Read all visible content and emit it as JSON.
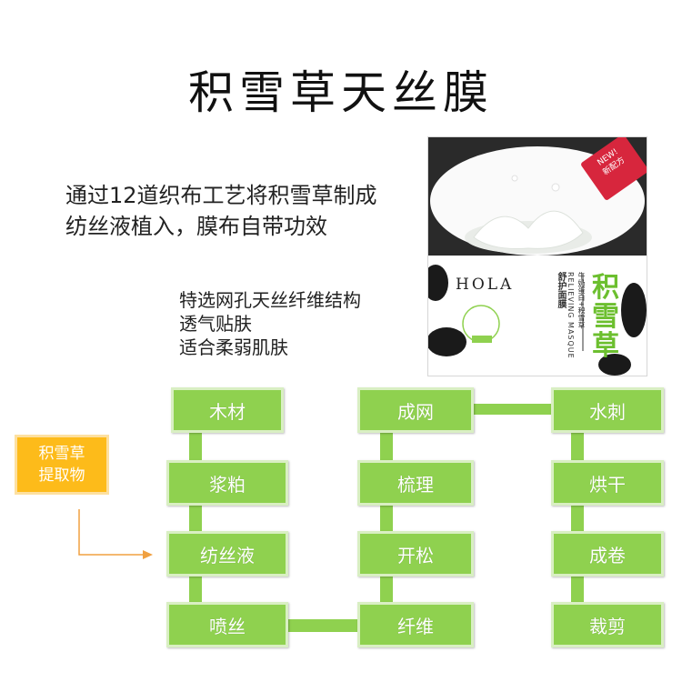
{
  "title": "积雪草天丝膜",
  "description": {
    "line1": "通过12道织布工艺将积雪草制成",
    "line2": "纺丝液植入，膜布自带功效"
  },
  "features": [
    "特选网孔天丝纤维结构",
    "透气贴肤",
    "适合柔弱肌肤"
  ],
  "product": {
    "brand": "HOLA",
    "badge_line1": "NEW!",
    "badge_line2": "新配方",
    "label_type": "舒护面膜",
    "label_en": "RELIEVING MASQUE",
    "label_ingredients": "牛奶蛋白+积雪草",
    "product_name": "积雪草"
  },
  "flow": {
    "input": {
      "line1": "积雪草",
      "line2": "提取物"
    },
    "column1": [
      "木材",
      "浆粕",
      "纺丝液",
      "喷丝"
    ],
    "column2": [
      "成网",
      "梳理",
      "开松",
      "纤维"
    ],
    "column3": [
      "水刺",
      "烘干",
      "成卷",
      "裁剪"
    ]
  },
  "colors": {
    "node_fill": "#8fd14f",
    "node_border": "#d9efc3",
    "input_fill": "#fdbb1a",
    "arrow": "#f0a040",
    "product_green": "#6cbf2f",
    "badge_red": "#d7263d"
  }
}
